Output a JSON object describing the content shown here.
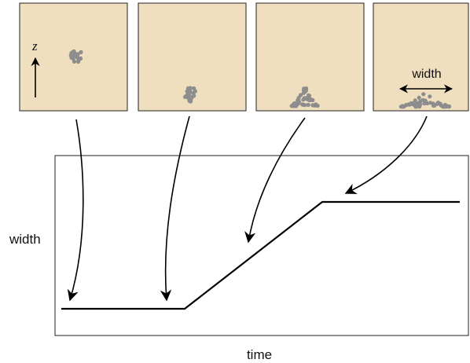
{
  "diagram": {
    "colors": {
      "panel_fill": "#efdfbf",
      "panel_stroke": "#222222",
      "particle": "#8d8d8d",
      "line": "#000000"
    },
    "panels": [
      {
        "stage": "clump-high",
        "shown_labels": [
          "z"
        ]
      },
      {
        "stage": "clump-low"
      },
      {
        "stage": "mound-spreading"
      },
      {
        "stage": "mound-flat",
        "shown_labels": [
          "width"
        ]
      }
    ],
    "panel_labels": {
      "z_axis": "z",
      "width_annotation": "width"
    },
    "plot": {
      "ylabel": "width",
      "xlabel": "time",
      "curve": "flat, then linear increase, then flat"
    }
  }
}
